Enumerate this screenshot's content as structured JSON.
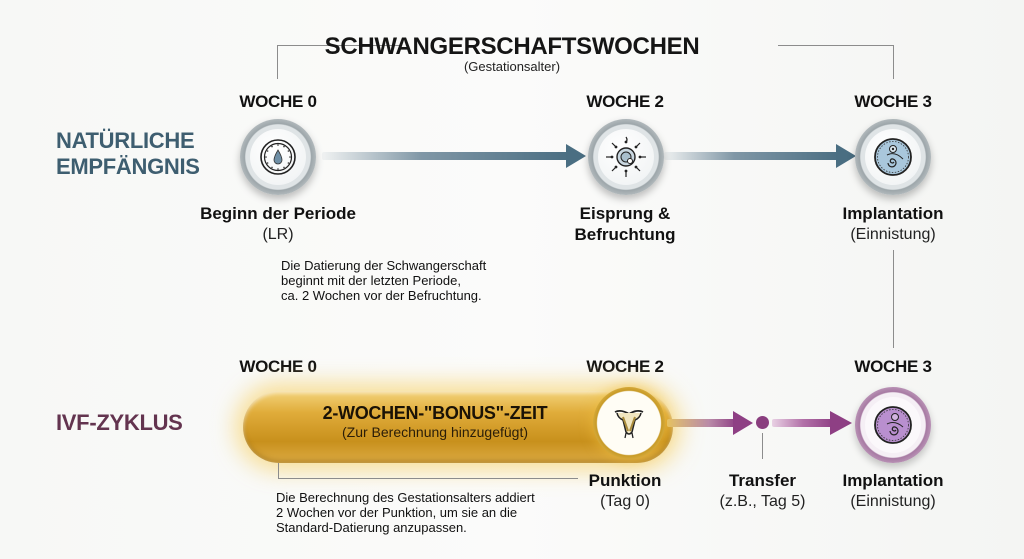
{
  "header": {
    "title": "SCHWANGERSCHAFTSWOCHEN",
    "subtitle": "(Gestationsalter)"
  },
  "natural": {
    "row_label_line1": "NATÜRLICHE",
    "row_label_line2": "EMPFÄNGNIS",
    "color": "#3e5e70",
    "nodes": [
      {
        "week": "WOCHE 0",
        "title": "Beginn der Periode",
        "subtitle": "(LR)",
        "icon": "drop-clock-icon"
      },
      {
        "week": "WOCHE 2",
        "title": "Eisprung &",
        "subtitle": "Befruchtung",
        "icon": "egg-sperm-icon"
      },
      {
        "week": "WOCHE 3",
        "title": "Implantation",
        "subtitle": "(Einnistung)",
        "icon": "embryo-icon"
      }
    ],
    "note": [
      "Die Datierung der Schwangerschaft",
      "beginnt mit der letzten Periode,",
      "ca. 2 Wochen vor der Befruchtung."
    ]
  },
  "ivf": {
    "row_label": "IVF-ZYKLUS",
    "color": "#63344f",
    "bonus": {
      "title": "2-WOCHEN-\"BONUS\"-ZEIT",
      "subtitle": "(Zur Berechnung hinzugefügt)",
      "color": "#d9a434"
    },
    "nodes": [
      {
        "week": "WOCHE 0"
      },
      {
        "week": "WOCHE 2",
        "title": "Punktion",
        "subtitle": "(Tag 0)",
        "icon": "uterus-icon"
      },
      {
        "title": "Transfer",
        "subtitle": "(z.B., Tag 5)",
        "icon": "dot-marker"
      },
      {
        "week": "WOCHE 3",
        "title": "Implantation",
        "subtitle": "(Einnistung)",
        "icon": "embryo-icon"
      }
    ],
    "note": [
      "Die Berechnung des Gestationsalters addiert",
      "2 Wochen vor der Punktion, um sie an die",
      "Standard-Datierung anzupassen."
    ]
  }
}
